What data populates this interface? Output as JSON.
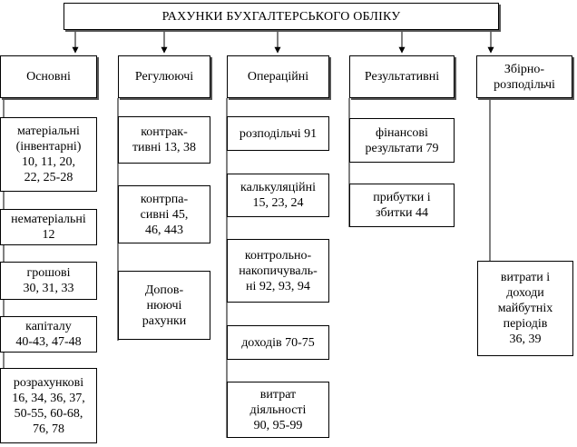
{
  "title": "РАХУНКИ БУХГАЛТЕРСЬКОГО ОБЛІКУ",
  "categories": [
    {
      "label": "Основні",
      "items": [
        "матеріальні\n(інвентарні)\n10, 11, 20,\n22, 25-28",
        "нематеріальні\n12",
        "грошові\n30, 31, 33",
        "капіталу\n40-43, 47-48",
        "розрахункові\n16, 34, 36, 37,\n50-55, 60-68,\n76, 78"
      ]
    },
    {
      "label": "Регулюючі",
      "items": [
        "контрак-\nтивні 13, 38",
        "контрпа-\nсивні 45,\n46, 443",
        "Допов-\nнюючі\nрахунки"
      ]
    },
    {
      "label": "Операційні",
      "items": [
        "розподільчі 91",
        "калькуляційні\n15, 23, 24",
        "контрольно-\nнакопичуваль-\nні 92, 93, 94",
        "доходів 70-75",
        "витрат\nдіяльності\n90, 95-99"
      ]
    },
    {
      "label": "Результативні",
      "items": [
        "фінансові\nрезультати 79",
        "прибутки і\nзбитки 44"
      ]
    },
    {
      "label": "Збірно-\nрозподільчі",
      "items": [
        "витрати і\nдоходи\nмайбутніх\nперіодів\n36, 39"
      ]
    }
  ]
}
